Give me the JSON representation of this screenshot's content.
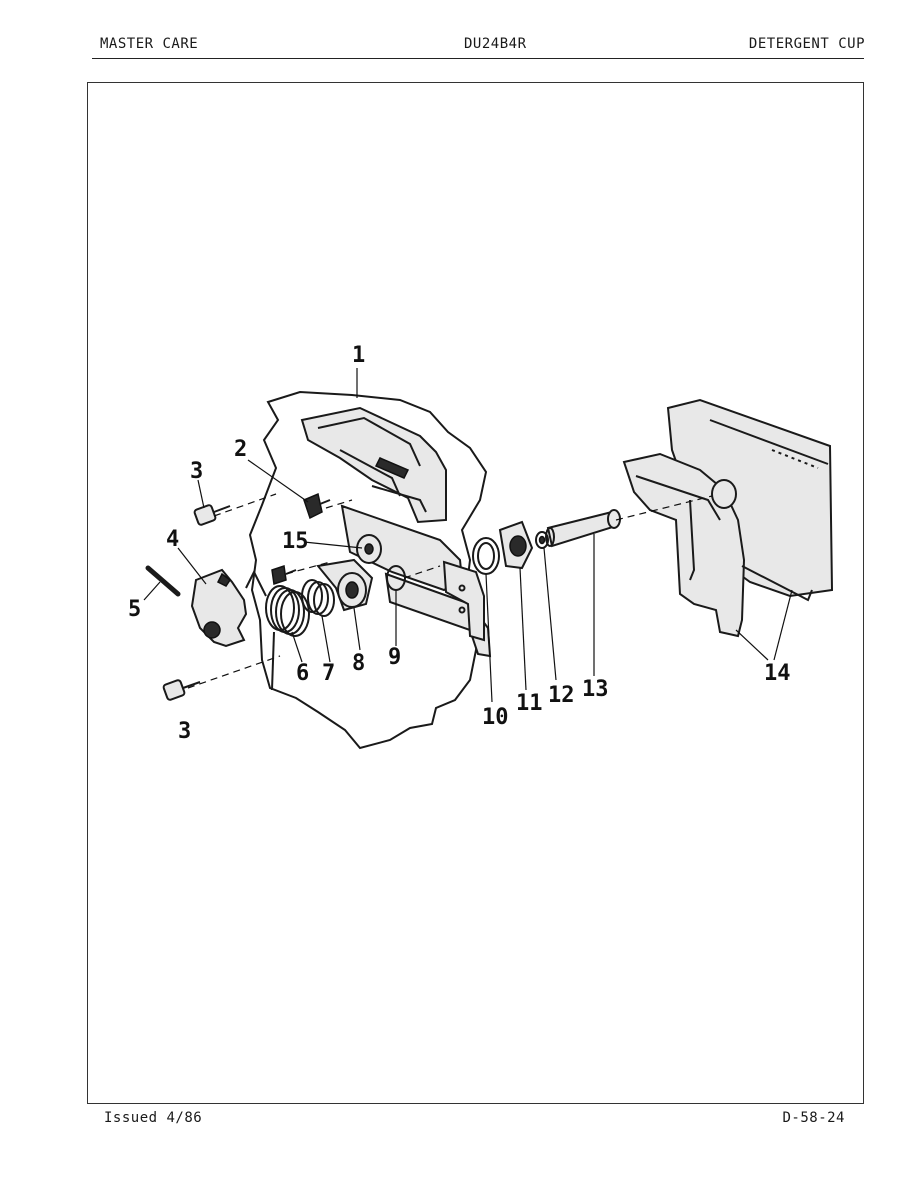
{
  "header": {
    "left": "MASTER CARE",
    "center": "DU24B4R",
    "right": "DETERGENT CUP"
  },
  "footer": {
    "left": "Issued 4/86",
    "right": "D-58-24"
  },
  "callouts": {
    "c1": "1",
    "c2": "2",
    "c3a": "3",
    "c3b": "3",
    "c4": "4",
    "c5": "5",
    "c6": "6",
    "c7": "7",
    "c8": "8",
    "c9": "9",
    "c10": "10",
    "c11": "11",
    "c12": "12",
    "c13": "13",
    "c14": "14",
    "c15": "15"
  }
}
